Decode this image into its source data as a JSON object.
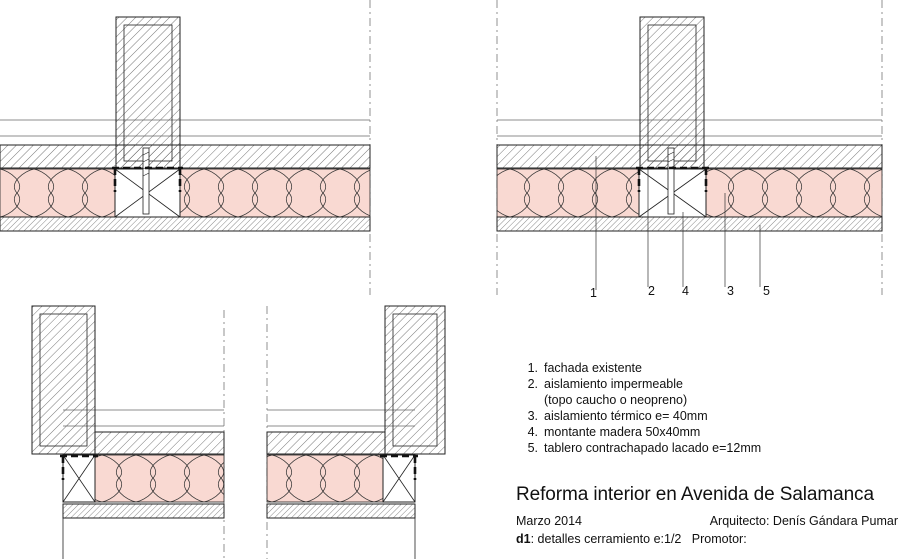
{
  "callouts": [
    {
      "id": "1",
      "text": "1"
    },
    {
      "id": "2",
      "text": "2"
    },
    {
      "id": "4",
      "text": "4"
    },
    {
      "id": "3",
      "text": "3"
    },
    {
      "id": "5",
      "text": "5"
    }
  ],
  "legend": [
    {
      "num": "1.",
      "text": "fachada existente"
    },
    {
      "num": "2.",
      "text": "aislamiento impermeable"
    },
    {
      "num": "",
      "text": "(topo caucho o neopreno)"
    },
    {
      "num": "3.",
      "text": "aislamiento térmico e= 40mm"
    },
    {
      "num": "4.",
      "text": "montante madera 50x40mm"
    },
    {
      "num": "5.",
      "text": "tablero contrachapado lacado e=12mm"
    }
  ],
  "title": "Reforma interior en Avenida de Salamanca",
  "date": "Marzo 2014",
  "architect": "Arquitecto: Denís Gándara Pumar",
  "sheet_code": "d1",
  "sheet_desc": ": detalles cerramiento e:1/2",
  "promoter": "Promotor:",
  "colors": {
    "insulation": "#f9d9d2",
    "line": "#222222",
    "hatch": "#555555"
  }
}
